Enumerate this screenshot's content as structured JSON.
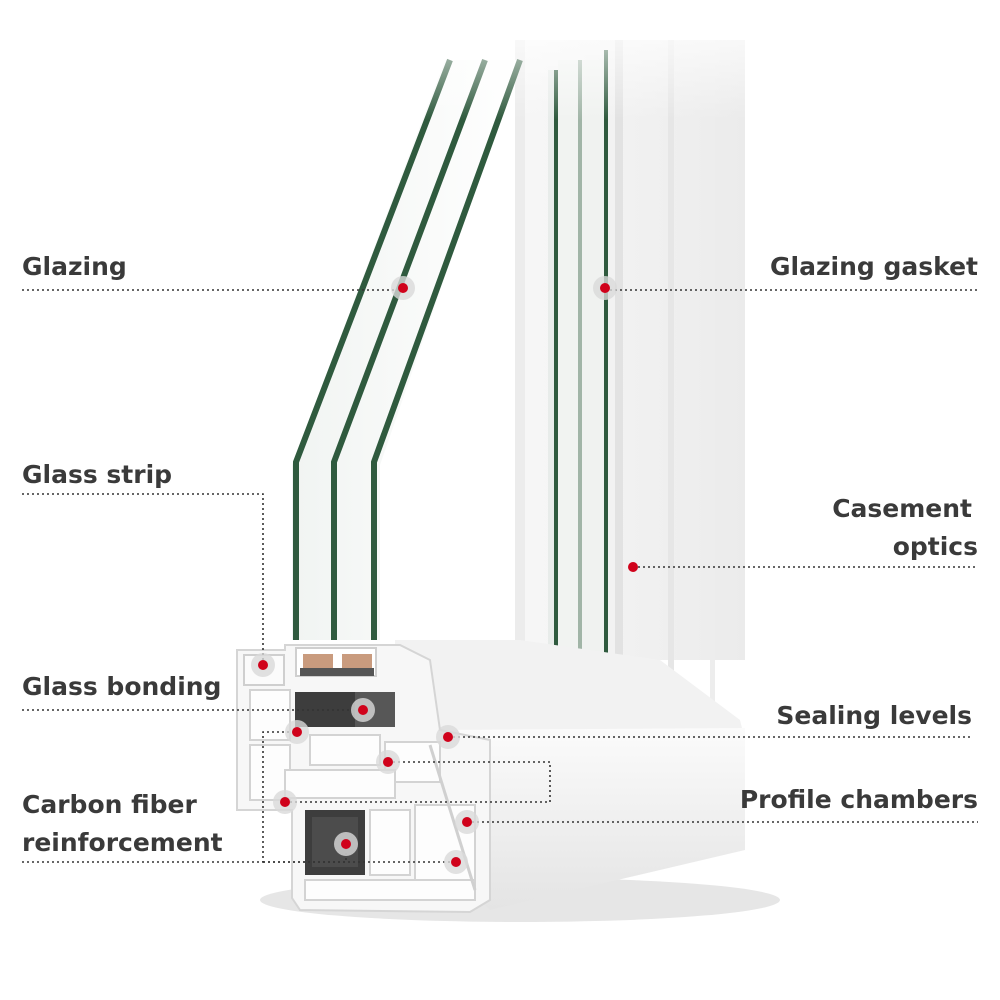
{
  "labels": {
    "glazing": "Glazing",
    "glass_strip": "Glass strip",
    "glass_bonding": "Glass bonding",
    "carbon_line1": "Carbon fiber",
    "carbon_line2": "reinforcement",
    "glazing_gasket": "Glazing gasket",
    "casement_line1": "Casement",
    "casement_line2": "optics",
    "sealing_levels": "Sealing levels",
    "profile_chambers": "Profile chambers"
  },
  "colors": {
    "label_text": "#3a3a3a",
    "leader_line": "#333333",
    "marker": "#d0021b",
    "marker_halo": "#d9d9d9",
    "glass_edge": "#2f5a3e",
    "pvc_frame": "#f4f4f4",
    "reinforcement": "#3d3d3d",
    "spacer": "#c99b7e"
  }
}
